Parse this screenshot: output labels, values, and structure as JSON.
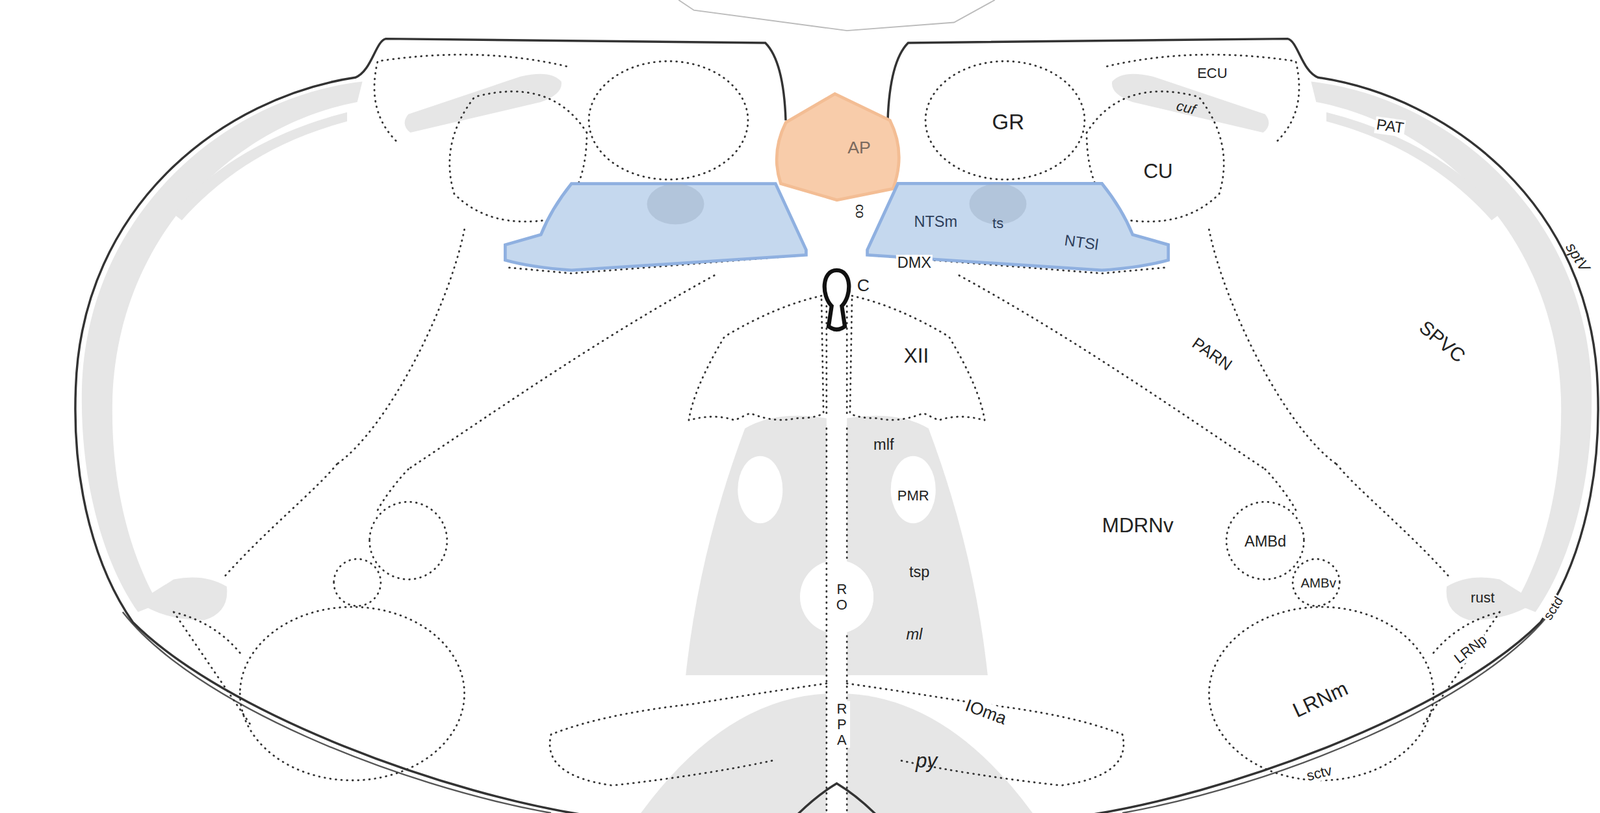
{
  "diagram": {
    "nodes": [
      {
        "text": [
          "AP"
        ]
      },
      {
        "text": [
          "NTSm",
          "ts",
          "NTSl"
        ]
      }
    ],
    "labels": [
      "ECU",
      "cuf",
      "GR",
      "PAT",
      "CU",
      "sptV",
      "co",
      "SPVC",
      "DMX",
      "C",
      "XII",
      "PARN",
      "mlf",
      "PMR",
      "MDRNv",
      "AMBd",
      "tsp",
      "AMBv",
      "RO",
      "rust",
      "sctd",
      "ml",
      "LRNp",
      "IOma",
      "LRNm",
      "RPA",
      "py",
      "sctv"
    ]
  }
}
